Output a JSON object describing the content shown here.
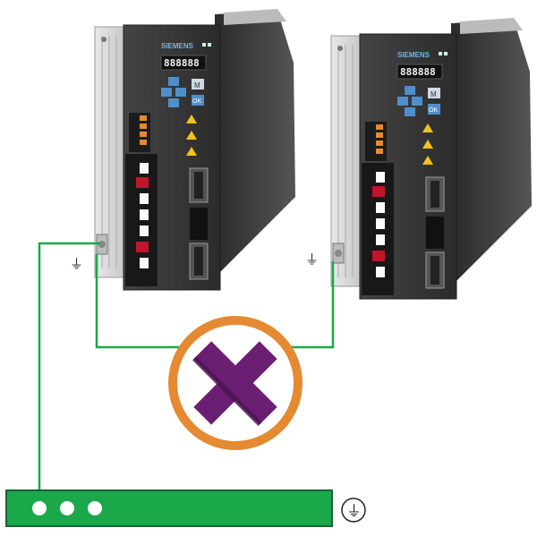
{
  "diagram": {
    "colors": {
      "ground_wire": "#1aa84a",
      "ground_bus": "#1aa84a",
      "forbidden_ring": "#e58a32",
      "forbidden_cross": "#6b1f73",
      "drive_body": "#2a2a2a",
      "drive_front": "#3a3a3a",
      "heatsink": "#d9d9d9"
    },
    "drives": [
      {
        "id": "drive-1",
        "brand": "SIEMENS",
        "display": "888888",
        "keys": {
          "mode": "M",
          "ok": "OK"
        },
        "ground_symbol": "⏚"
      },
      {
        "id": "drive-2",
        "brand": "SIEMENS",
        "display": "888888",
        "keys": {
          "mode": "M",
          "ok": "OK"
        },
        "ground_symbol": "⏚"
      }
    ],
    "ground_bus": {
      "terminals": 3,
      "ground_symbol": "⏚"
    },
    "forbidden_connection": {
      "icon": "prohibited-cross-icon",
      "state": "forbidden"
    }
  }
}
